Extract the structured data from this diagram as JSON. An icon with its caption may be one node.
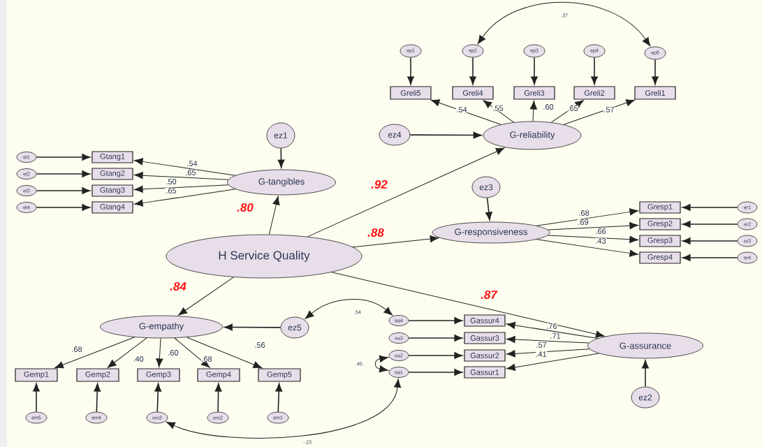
{
  "diagram": {
    "nodes": [
      {
        "text": [
          "H Service Quality"
        ]
      },
      {
        "text": [
          "G-tangibles"
        ]
      },
      {
        "text": [
          "G-reliability"
        ]
      },
      {
        "text": [
          "G-responsiveness"
        ]
      },
      {
        "text": [
          "G-empathy"
        ]
      },
      {
        "text": [
          "G-assurance"
        ]
      },
      {
        "text": [
          "ez1"
        ]
      },
      {
        "text": [
          "ez4"
        ]
      },
      {
        "text": [
          "ez3"
        ]
      },
      {
        "text": [
          "ez5"
        ]
      },
      {
        "text": [
          "ez2"
        ]
      },
      {
        "text": [
          "Gtang1"
        ]
      },
      {
        "text": [
          "Gtang2"
        ]
      },
      {
        "text": [
          "Gtang3"
        ]
      },
      {
        "text": [
          "Gtang4"
        ]
      },
      {
        "text": [
          "et1"
        ]
      },
      {
        "text": [
          "et2"
        ]
      },
      {
        "text": [
          "et3"
        ]
      },
      {
        "text": [
          "et4"
        ]
      },
      {
        "text": [
          "Greli5"
        ]
      },
      {
        "text": [
          "Greli4"
        ]
      },
      {
        "text": [
          "Greli3"
        ]
      },
      {
        "text": [
          "Greli2"
        ]
      },
      {
        "text": [
          "Greli1"
        ]
      },
      {
        "text": [
          "ep1"
        ]
      },
      {
        "text": [
          "ep2"
        ]
      },
      {
        "text": [
          "ep3"
        ]
      },
      {
        "text": [
          "ep4"
        ]
      },
      {
        "text": [
          "ep5"
        ]
      },
      {
        "text": [
          "Gresp1"
        ]
      },
      {
        "text": [
          "Gresp2"
        ]
      },
      {
        "text": [
          "Gresp3"
        ]
      },
      {
        "text": [
          "Gresp4"
        ]
      },
      {
        "text": [
          "er1"
        ]
      },
      {
        "text": [
          "er2"
        ]
      },
      {
        "text": [
          "er3"
        ]
      },
      {
        "text": [
          "er4"
        ]
      },
      {
        "text": [
          "Gemp1"
        ]
      },
      {
        "text": [
          "Gemp2"
        ]
      },
      {
        "text": [
          "Gemp3"
        ]
      },
      {
        "text": [
          "Gemp4"
        ]
      },
      {
        "text": [
          "Gemp5"
        ]
      },
      {
        "text": [
          "em5"
        ]
      },
      {
        "text": [
          "em4"
        ]
      },
      {
        "text": [
          "em3"
        ]
      },
      {
        "text": [
          "em2"
        ]
      },
      {
        "text": [
          "em1"
        ]
      },
      {
        "text": [
          "Gassur4"
        ]
      },
      {
        "text": [
          "Gassur3"
        ]
      },
      {
        "text": [
          "Gassur2"
        ]
      },
      {
        "text": [
          "Gassur1"
        ]
      },
      {
        "text": [
          "ea4"
        ]
      },
      {
        "text": [
          "ea3"
        ]
      },
      {
        "text": [
          "ea2"
        ]
      },
      {
        "text": [
          "ea1"
        ]
      }
    ],
    "edges": [
      {
        "from": 0,
        "to": 1,
        "arrow": "to",
        "label": ".80"
      },
      {
        "from": 0,
        "to": 2,
        "arrow": "to",
        "label": ".92"
      },
      {
        "from": 0,
        "to": 3,
        "arrow": "to",
        "label": ".88"
      },
      {
        "from": 0,
        "to": 4,
        "arrow": "to",
        "label": ".84"
      },
      {
        "from": 0,
        "to": 5,
        "arrow": "to",
        "label": ".87"
      },
      {
        "from": 6,
        "to": 1,
        "arrow": "to"
      },
      {
        "from": 7,
        "to": 2,
        "arrow": "to"
      },
      {
        "from": 8,
        "to": 3,
        "arrow": "to"
      },
      {
        "from": 9,
        "to": 4,
        "arrow": "to"
      },
      {
        "from": 10,
        "to": 5,
        "arrow": "to"
      },
      {
        "from": 1,
        "to": 11,
        "arrow": "to",
        "label": ".54"
      },
      {
        "from": 1,
        "to": 12,
        "arrow": "to",
        "label": ".65"
      },
      {
        "from": 1,
        "to": 13,
        "arrow": "to",
        "label": ".50"
      },
      {
        "from": 1,
        "to": 14,
        "arrow": "to",
        "label": ".65"
      },
      {
        "from": 15,
        "to": 11,
        "arrow": "to"
      },
      {
        "from": 16,
        "to": 12,
        "arrow": "to"
      },
      {
        "from": 17,
        "to": 13,
        "arrow": "to"
      },
      {
        "from": 18,
        "to": 14,
        "arrow": "to"
      },
      {
        "from": 2,
        "to": 19,
        "arrow": "to",
        "label": ".54"
      },
      {
        "from": 2,
        "to": 20,
        "arrow": "to",
        "label": ".55"
      },
      {
        "from": 2,
        "to": 21,
        "arrow": "to",
        "label": ".60"
      },
      {
        "from": 2,
        "to": 22,
        "arrow": "to",
        "label": ".65"
      },
      {
        "from": 2,
        "to": 23,
        "arrow": "to",
        "label": ".57"
      },
      {
        "from": 24,
        "to": 19,
        "arrow": "to"
      },
      {
        "from": 25,
        "to": 20,
        "arrow": "to"
      },
      {
        "from": 26,
        "to": 21,
        "arrow": "to"
      },
      {
        "from": 27,
        "to": 22,
        "arrow": "to"
      },
      {
        "from": 28,
        "to": 23,
        "arrow": "to"
      },
      {
        "from": 3,
        "to": 29,
        "arrow": "to",
        "label": ".68"
      },
      {
        "from": 3,
        "to": 30,
        "arrow": "to",
        "label": ".69"
      },
      {
        "from": 3,
        "to": 31,
        "arrow": "to",
        "label": ".66"
      },
      {
        "from": 3,
        "to": 32,
        "arrow": "to",
        "label": ".43"
      },
      {
        "from": 33,
        "to": 29,
        "arrow": "to"
      },
      {
        "from": 34,
        "to": 30,
        "arrow": "to"
      },
      {
        "from": 35,
        "to": 31,
        "arrow": "to"
      },
      {
        "from": 36,
        "to": 32,
        "arrow": "to"
      },
      {
        "from": 4,
        "to": 37,
        "arrow": "to",
        "label": ".68"
      },
      {
        "from": 4,
        "to": 38,
        "arrow": "to",
        "label": ".40"
      },
      {
        "from": 4,
        "to": 39,
        "arrow": "to",
        "label": ".60"
      },
      {
        "from": 4,
        "to": 40,
        "arrow": "to",
        "label": ".68"
      },
      {
        "from": 4,
        "to": 41,
        "arrow": "to",
        "label": ".56"
      },
      {
        "from": 42,
        "to": 37,
        "arrow": "to"
      },
      {
        "from": 43,
        "to": 38,
        "arrow": "to"
      },
      {
        "from": 44,
        "to": 39,
        "arrow": "to"
      },
      {
        "from": 45,
        "to": 40,
        "arrow": "to"
      },
      {
        "from": 46,
        "to": 41,
        "arrow": "to"
      },
      {
        "from": 5,
        "to": 47,
        "arrow": "to",
        "label": ".76"
      },
      {
        "from": 5,
        "to": 48,
        "arrow": "to",
        "label": ".71"
      },
      {
        "from": 5,
        "to": 49,
        "arrow": "to",
        "label": ".57"
      },
      {
        "from": 5,
        "to": 50,
        "arrow": "to",
        "label": ".41"
      },
      {
        "from": 51,
        "to": 47,
        "arrow": "to"
      },
      {
        "from": 52,
        "to": 48,
        "arrow": "to"
      },
      {
        "from": 53,
        "to": 49,
        "arrow": "to"
      },
      {
        "from": 54,
        "to": 50,
        "arrow": "to"
      },
      {
        "from": 25,
        "to": 28,
        "arrow": "both",
        "label": ".37"
      },
      {
        "from": 9,
        "to": 51,
        "arrow": "both",
        "label": ".54"
      },
      {
        "from": 53,
        "to": 54,
        "arrow": "both",
        "label": ".45"
      },
      {
        "from": 44,
        "to": 54,
        "arrow": "both",
        "label": "-.23"
      }
    ]
  }
}
